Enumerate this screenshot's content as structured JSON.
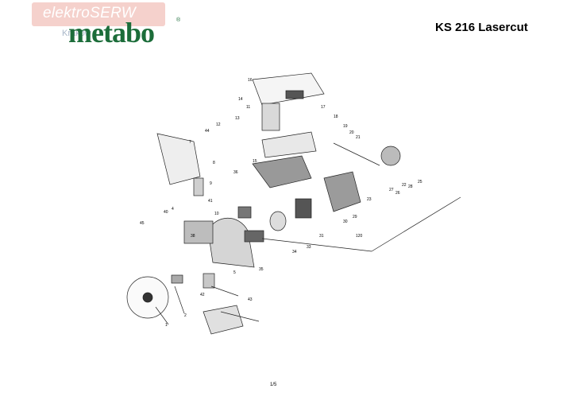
{
  "header": {
    "watermark": "elektroSERW",
    "watermark_sub": "Kraków",
    "brand": "metabo",
    "brand_mark": "®",
    "model": "KS 216 Lasercut",
    "colors": {
      "brand": "#1c6d3a",
      "watermark": "#f3c9c3"
    }
  },
  "footer": {
    "page": "1/5"
  },
  "callouts": [
    {
      "label": "1"
    },
    {
      "label": "2"
    },
    {
      "label": "4"
    },
    {
      "label": "5"
    },
    {
      "label": "7"
    },
    {
      "label": "8"
    },
    {
      "label": "9"
    },
    {
      "label": "10"
    },
    {
      "label": "11"
    },
    {
      "label": "12"
    },
    {
      "label": "13"
    },
    {
      "label": "14"
    },
    {
      "label": "15"
    },
    {
      "label": "16"
    },
    {
      "label": "17"
    },
    {
      "label": "18"
    },
    {
      "label": "19"
    },
    {
      "label": "20"
    },
    {
      "label": "21"
    },
    {
      "label": "22"
    },
    {
      "label": "23"
    },
    {
      "label": "25"
    },
    {
      "label": "26"
    },
    {
      "label": "27"
    },
    {
      "label": "28"
    },
    {
      "label": "29"
    },
    {
      "label": "30"
    },
    {
      "label": "31"
    },
    {
      "label": "33"
    },
    {
      "label": "34"
    },
    {
      "label": "35"
    },
    {
      "label": "36"
    },
    {
      "label": "38"
    },
    {
      "label": "40"
    },
    {
      "label": "41"
    },
    {
      "label": "42"
    },
    {
      "label": "43"
    },
    {
      "label": "44"
    },
    {
      "label": "45"
    },
    {
      "label": "120"
    }
  ]
}
